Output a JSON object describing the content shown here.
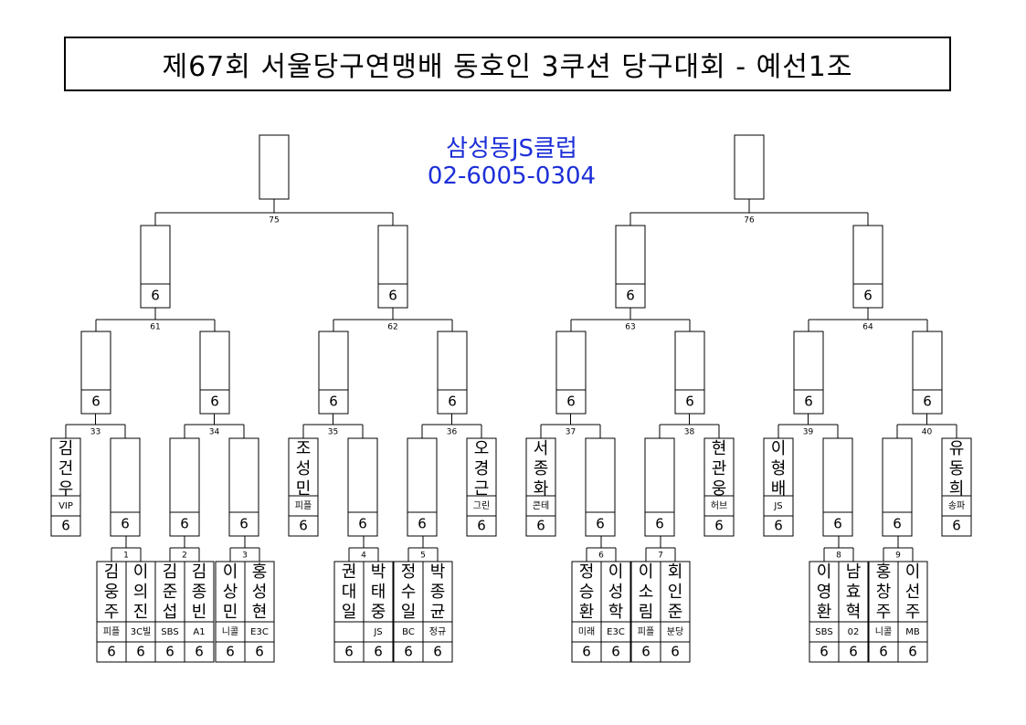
{
  "title": "제67회 서울당구연맹배 동호인 3쿠션 당구대회 - 예선1조",
  "club": {
    "name": "삼성동JS클럽",
    "phone": "02-6005-0304"
  },
  "score_mark": "6",
  "matches": {
    "m75": "75",
    "m76": "76",
    "m61": "61",
    "m62": "62",
    "m63": "63",
    "m64": "64",
    "m33": "33",
    "m34": "34",
    "m35": "35",
    "m36": "36",
    "m37": "37",
    "m38": "38",
    "m39": "39",
    "m40": "40",
    "m1": "1",
    "m2": "2",
    "m3": "3",
    "m4": "4",
    "m5": "5",
    "m6": "6",
    "m7": "7",
    "m8": "8",
    "m9": "9"
  },
  "seeded": [
    {
      "name": "김건우",
      "club": "VIP"
    },
    {
      "name": "조성민",
      "club": "피플"
    },
    {
      "name": "오경근",
      "club": "그린"
    },
    {
      "name": "서종화",
      "club": "콘테"
    },
    {
      "name": "현관웅",
      "club": "허브"
    },
    {
      "name": "이형배",
      "club": "JS"
    },
    {
      "name": "유동희",
      "club": "송파"
    }
  ],
  "players": [
    {
      "name": "김웅주",
      "club": "피플"
    },
    {
      "name": "이의진",
      "club": "3C빌"
    },
    {
      "name": "김준섭",
      "club": "SBS"
    },
    {
      "name": "김종빈",
      "club": "A1"
    },
    {
      "name": "이상민",
      "club": "니콜"
    },
    {
      "name": "홍성현",
      "club": "E3C"
    },
    {
      "name": "권대일",
      "club": ""
    },
    {
      "name": "박태중",
      "club": "JS"
    },
    {
      "name": "정수일",
      "club": "BC"
    },
    {
      "name": "박종균",
      "club": "정규"
    },
    {
      "name": "정승환",
      "club": "미래"
    },
    {
      "name": "이성학",
      "club": "E3C"
    },
    {
      "name": "이소림",
      "club": "피플"
    },
    {
      "name": "회인준",
      "club": "분당"
    },
    {
      "name": "이영환",
      "club": "SBS"
    },
    {
      "name": "남효혁",
      "club": "02"
    },
    {
      "name": "홍창주",
      "club": "니콜"
    },
    {
      "name": "이선주",
      "club": "MB"
    }
  ]
}
